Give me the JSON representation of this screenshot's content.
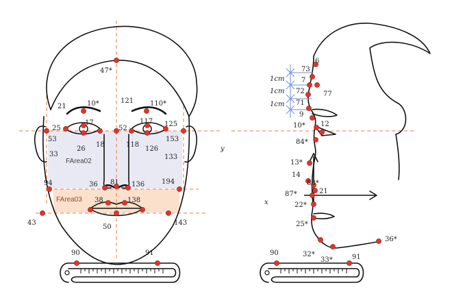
{
  "front_labels": {
    "p47": "47*",
    "p121": "121",
    "p10": "10*",
    "p110": "110*",
    "p21": "21",
    "p25": "25",
    "p17": "17",
    "p52": "52",
    "p117": "117",
    "p125": "125",
    "p53": "53",
    "p26": "26",
    "p18": "18",
    "p118": "118",
    "p126": "126",
    "p153": "153",
    "p33": "33",
    "p133": "133",
    "p94": "94",
    "p36": "36",
    "p81": "81",
    "p136": "136",
    "p194": "194",
    "p38": "38",
    "p138": "138",
    "p43": "43",
    "p50": "50",
    "p143": "143",
    "p90": "90",
    "p91": "91"
  },
  "areas": {
    "area02": "FArea02",
    "area03": "FArea03"
  },
  "axes": {
    "y": "y",
    "x": "x"
  },
  "profile_labels": {
    "p6": "6",
    "p73": "73",
    "p7": "7",
    "p72": "72",
    "p77": "77",
    "p71": "71",
    "p9": "9",
    "p10": "10*",
    "p12": "12",
    "p84": "84*",
    "p13": "13*",
    "p14": "14",
    "p88": "88*",
    "p87": "87*",
    "p21": "21",
    "p22": "22*",
    "p25": "25*",
    "p36": "36*",
    "p32": "32*",
    "p33": "33*",
    "p90": "90",
    "p91": "91"
  },
  "scale_labels": [
    "1cm",
    "1cm",
    "1cm"
  ],
  "colors": {
    "landmark": "#e0352b",
    "guide": "#f07a3c",
    "area02": "#e9e9f3",
    "area03": "#fbe0cc",
    "scale": "#6c8fd9"
  }
}
